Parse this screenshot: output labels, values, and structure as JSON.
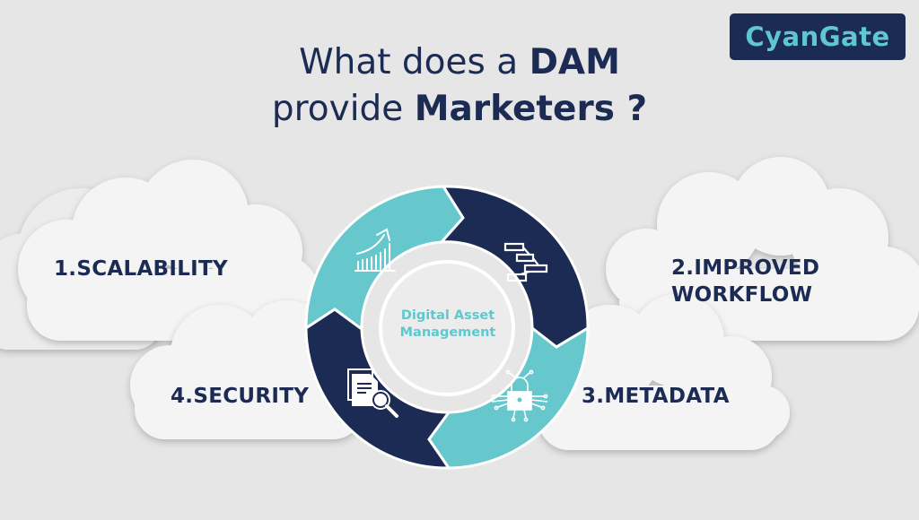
{
  "logo": {
    "text": "CyanGate"
  },
  "title": {
    "line1_regular": "What does a ",
    "line1_bold": "DAM",
    "line2_regular": "provide ",
    "line2_bold": "Marketers ?"
  },
  "center": {
    "line1": "Digital Asset",
    "line2": "Management"
  },
  "items": [
    {
      "label": "1.SCALABILITY",
      "icon": "growth-chart-icon"
    },
    {
      "label_line1": "2.IMPROVED",
      "label_line2": "WORKFLOW",
      "icon": "gantt-workflow-icon"
    },
    {
      "label": "3.METADATA",
      "icon": "circuit-lock-icon"
    },
    {
      "label": "4.SECURITY",
      "icon": "document-search-icon"
    }
  ],
  "colors": {
    "navy": "#1c2b54",
    "teal": "#66c8cc",
    "background": "#e6e6e6",
    "cloud": "#f4f4f4"
  }
}
